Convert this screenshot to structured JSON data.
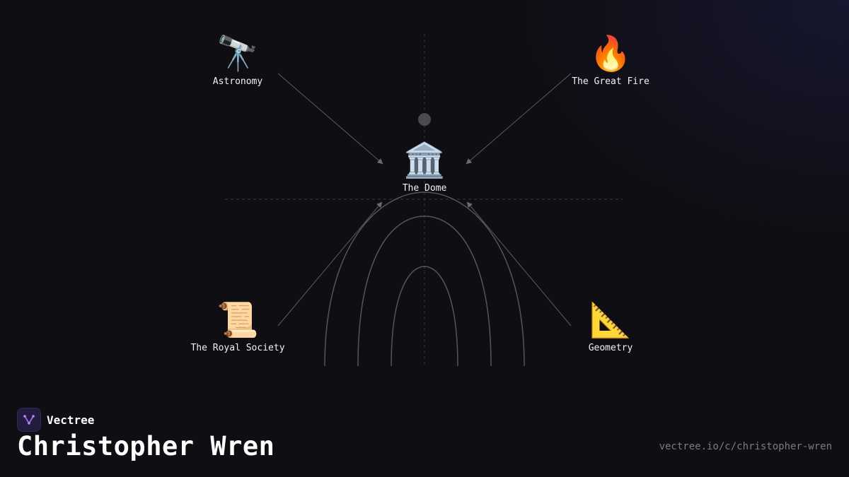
{
  "nodes": {
    "astronomy": {
      "emoji": "🔭",
      "label": "Astronomy"
    },
    "great_fire": {
      "emoji": "🔥",
      "label": "The Great Fire"
    },
    "dome": {
      "emoji": "🏛️",
      "label": "The Dome"
    },
    "royal_society": {
      "emoji": "📜",
      "label": "The Royal Society"
    },
    "geometry": {
      "emoji": "📐",
      "label": "Geometry"
    }
  },
  "brand": {
    "name": "Vectree"
  },
  "title": "Christopher Wren",
  "url": "vectree.io/c/christopher-wren",
  "colors": {
    "background": "#0e0e13",
    "line": "#5a5a60",
    "brand_logo_bg": "#221d3e",
    "brand_accent": "#9b6be0",
    "url_text": "#7a7a82"
  }
}
